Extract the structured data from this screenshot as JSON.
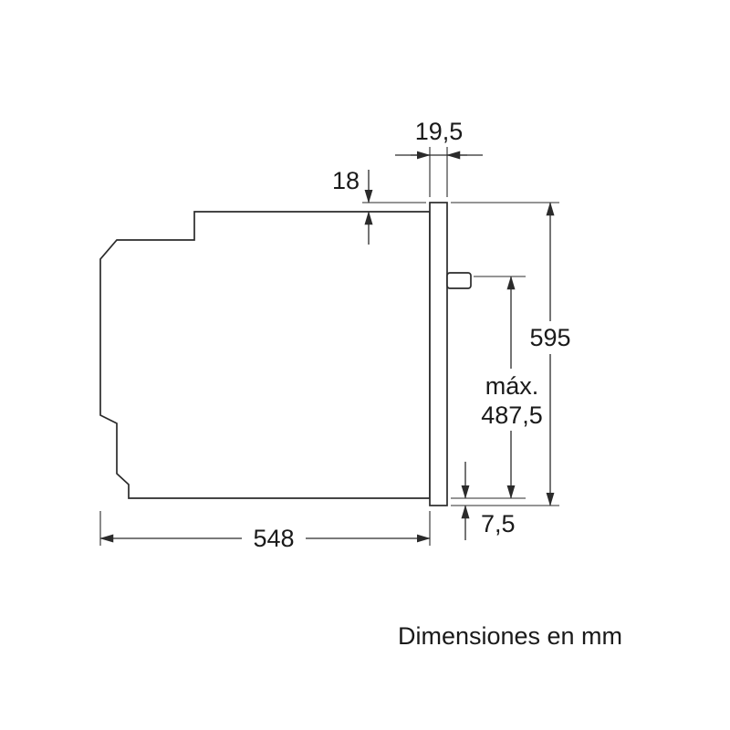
{
  "diagram": {
    "caption": "Dimensiones en mm",
    "dimensions": {
      "front_overhang": "19,5",
      "top_overhang": "18",
      "total_height": "595",
      "max_label": "máx.",
      "max_height": "487,5",
      "bottom_overhang": "7,5",
      "body_depth": "548"
    },
    "colors": {
      "line": "#2b2b2b",
      "text": "#1a1a1a",
      "background": "#ffffff"
    }
  }
}
